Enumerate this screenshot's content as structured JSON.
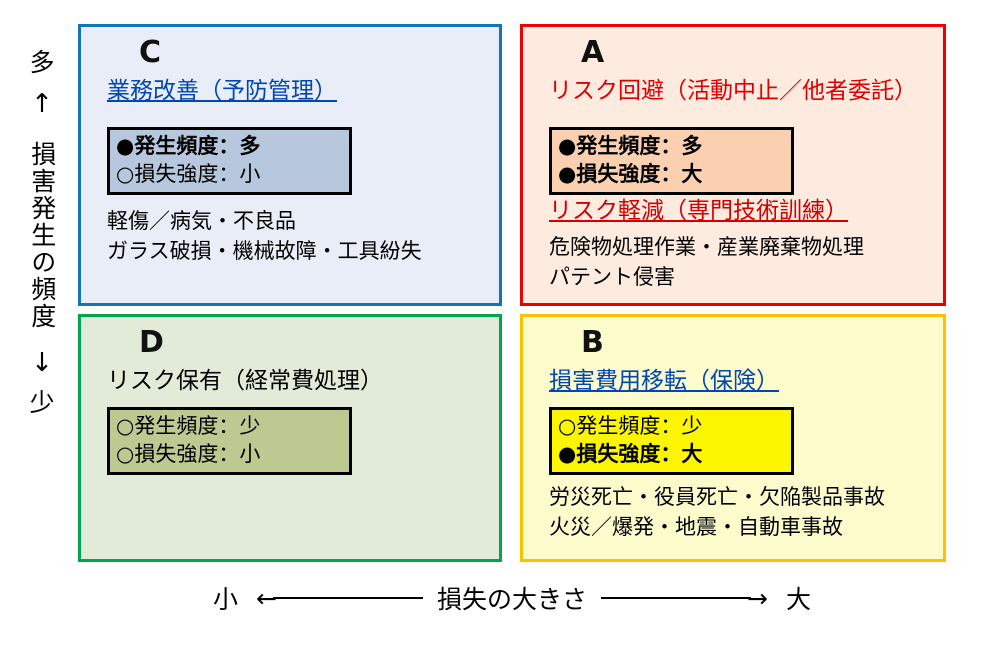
{
  "axes": {
    "y": {
      "high_label": "多",
      "up_arrow": "↑",
      "title": "損害発生の頻度",
      "down_arrow": "↓",
      "low_label": "少"
    },
    "x": {
      "low_label": "小",
      "left_arrow": "←",
      "title": "損失の大きさ",
      "right_arrow": "→",
      "high_label": "大"
    }
  },
  "quadrants": {
    "c": {
      "letter": "C",
      "heading": "業務改善（予防管理）",
      "spec": [
        {
          "marker": "●",
          "text": "発生頻度：多"
        },
        {
          "marker": "○",
          "text": "損失強度：小"
        }
      ],
      "examples": [
        "軽傷／病気・不良品",
        "ガラス破損・機械故障・工具紛失"
      ],
      "border_color": "#1374B8",
      "fill_color": "#E8EDF7",
      "box_fill": "#B7C8DE"
    },
    "a": {
      "letter": "A",
      "heading": "リスク回避（活動中止／他者委託）",
      "spec": [
        {
          "marker": "●",
          "text": "発生頻度：多"
        },
        {
          "marker": "●",
          "text": "損失強度：大"
        }
      ],
      "sub_link": "リスク軽減（専門技術訓練）",
      "examples": [
        "危険物処理作業・産業廃棄物処理",
        "パテント侵害"
      ],
      "border_color": "#EE0000",
      "fill_color": "#FDEBE0",
      "box_fill": "#FAD0B0"
    },
    "d": {
      "letter": "D",
      "heading": "リスク保有（経常費処理）",
      "spec": [
        {
          "marker": "○",
          "text": "発生頻度：少"
        },
        {
          "marker": "○",
          "text": "損失強度：小"
        }
      ],
      "examples": [],
      "border_color": "#00A64F",
      "fill_color": "#E2EBD7",
      "box_fill": "#BCCA91"
    },
    "b": {
      "letter": "B",
      "heading": "損害費用移転（保険）",
      "spec": [
        {
          "marker": "○",
          "text": "発生頻度：少"
        },
        {
          "marker": "●",
          "text": "損失強度：大"
        }
      ],
      "examples": [
        "労災死亡・役員死亡・欠陥製品事故",
        "火災／爆発・地震・自動車事故"
      ],
      "border_color": "#FCC200",
      "fill_color": "#FCFBCC",
      "box_fill": "#FBF500"
    }
  }
}
